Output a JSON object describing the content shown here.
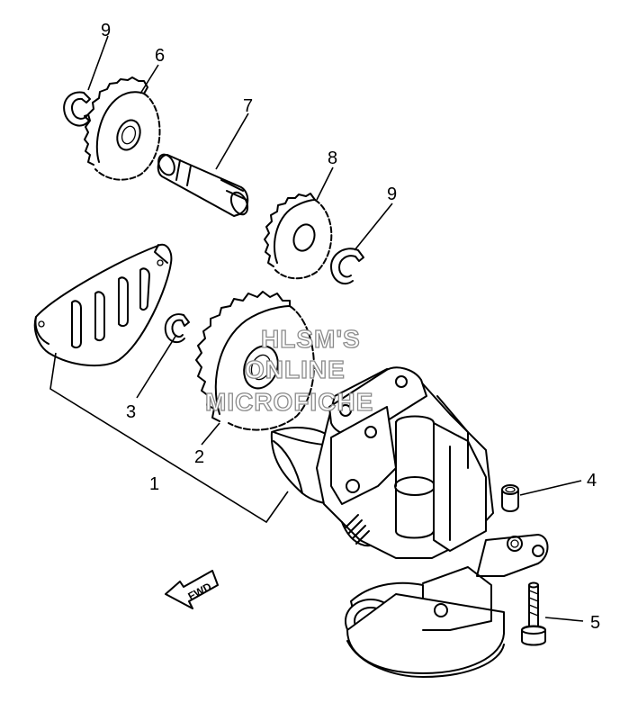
{
  "callouts": {
    "c1": "1",
    "c2": "2",
    "c3": "3",
    "c4": "4",
    "c5": "5",
    "c6": "6",
    "c7": "7",
    "c8": "8",
    "c9a": "9",
    "c9b": "9"
  },
  "fwd_label": "FWD",
  "watermark": {
    "line1": "HLSM'S",
    "line2": "ONLINE",
    "line3": "MICROFICHE"
  },
  "colors": {
    "ink": "#000000",
    "background": "#ffffff",
    "watermark_outline": "#8a8a8a"
  }
}
